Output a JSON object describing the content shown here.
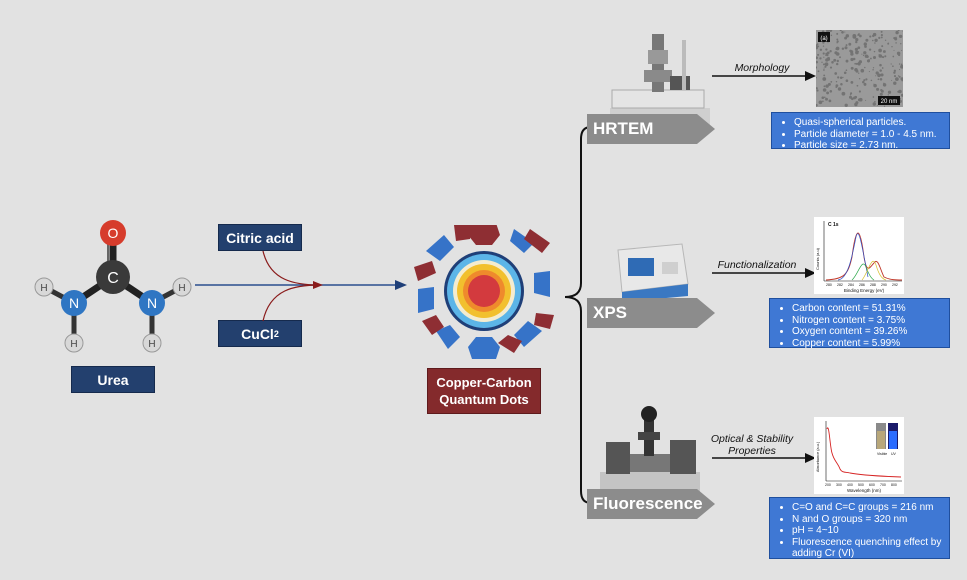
{
  "urea": {
    "label": "Urea",
    "atoms": {
      "oxygen": "O",
      "carbon": "C",
      "nitrogen_left": "N",
      "nitrogen_right": "N",
      "hydrogen": "H"
    }
  },
  "reagents": {
    "citric_acid": "Citric acid",
    "cucl2_main": "CuCl",
    "cucl2_sub": "2"
  },
  "product": {
    "line1": "Copper-Carbon",
    "line2": "Quantum Dots"
  },
  "techniques": [
    {
      "name": "HRTEM",
      "property": "Morphology",
      "image_tag": "(a)",
      "scale": "20 nm",
      "findings": [
        "Quasi-spherical particles.",
        "Particle diameter = 1.0 - 4.5 nm.",
        "Particle size = 2.73 nm."
      ]
    },
    {
      "name": "XPS",
      "property": "Functionalization",
      "plot": {
        "title": "C 1s",
        "xlabel": "Binding Energy (eV)",
        "ylabel": "Counts (a.u)",
        "xticks": [
          "280",
          "282",
          "284",
          "286",
          "288",
          "290",
          "292"
        ]
      },
      "findings": [
        "Carbon content = 51.31%",
        "Nitrogen content = 3.75%",
        "Oxygen content = 39.26%",
        "Copper content = 5.99%"
      ]
    },
    {
      "name": "Fluorescence",
      "property_line1": "Optical & Stability",
      "property_line2": "Properties",
      "plot": {
        "xlabel": "Wavelength (nm)",
        "ylabel": "Absorbance (a.u.)",
        "inset_left": "Visible",
        "inset_right": "UV",
        "xticks": [
          "200",
          "300",
          "400",
          "500",
          "600",
          "700",
          "800"
        ]
      },
      "findings": [
        "C=O and C=C groups = 216 nm",
        "N and O groups = 320 nm",
        "pH = 4~10",
        "Fluorescence quenching effect by adding Cr (VI)"
      ]
    }
  ],
  "colors": {
    "background": "#e2e2e2",
    "navy": "#23406e",
    "maroon": "#842a2c",
    "info_blue": "#3f78d4",
    "arrow_gray": "#8c8c8c"
  }
}
